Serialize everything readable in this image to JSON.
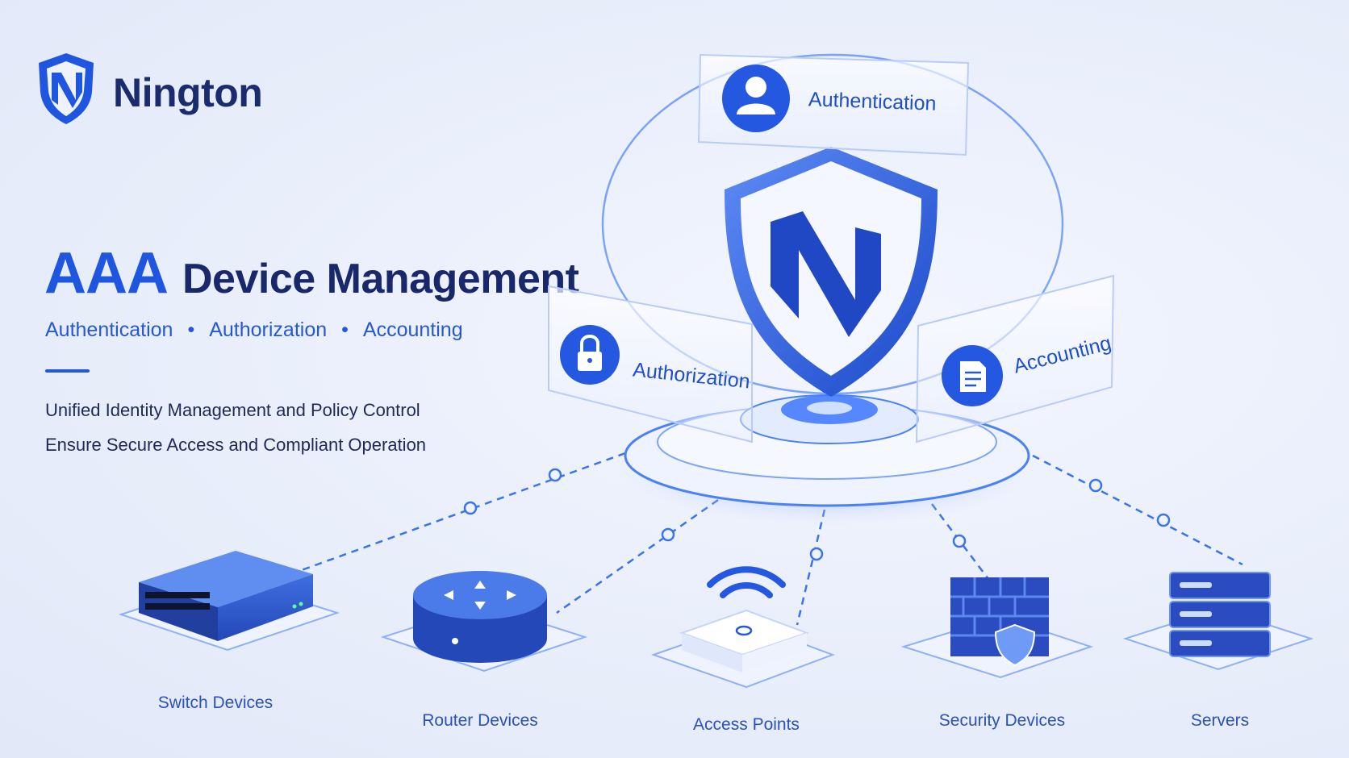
{
  "brand": {
    "name": "Nington",
    "logo_icon": "shield-logo-icon"
  },
  "title": {
    "highlight": "AAA",
    "rest": "Device Management"
  },
  "subtitle": {
    "items": [
      "Authentication",
      "Authorization",
      "Accounting"
    ],
    "separator": "•"
  },
  "taglines": [
    "Unified Identity Management and Policy Control",
    "Ensure Secure Access and Compliant Operation"
  ],
  "panels": {
    "authentication": {
      "label": "Authentication",
      "icon": "user-icon"
    },
    "authorization": {
      "label": "Authorization",
      "icon": "lock-icon"
    },
    "accounting": {
      "label": "Accounting",
      "icon": "document-icon"
    }
  },
  "devices": [
    {
      "label": "Switch Devices",
      "icon": "switch-icon"
    },
    {
      "label": "Router Devices",
      "icon": "router-icon"
    },
    {
      "label": "Access Points",
      "icon": "access-point-icon"
    },
    {
      "label": "Security Devices",
      "icon": "firewall-icon"
    },
    {
      "label": "Servers",
      "icon": "server-icon"
    }
  ],
  "colors": {
    "primary": "#1f56e0",
    "navy": "#18286a",
    "accent": "#2458d8",
    "background": "#e9eefb"
  }
}
